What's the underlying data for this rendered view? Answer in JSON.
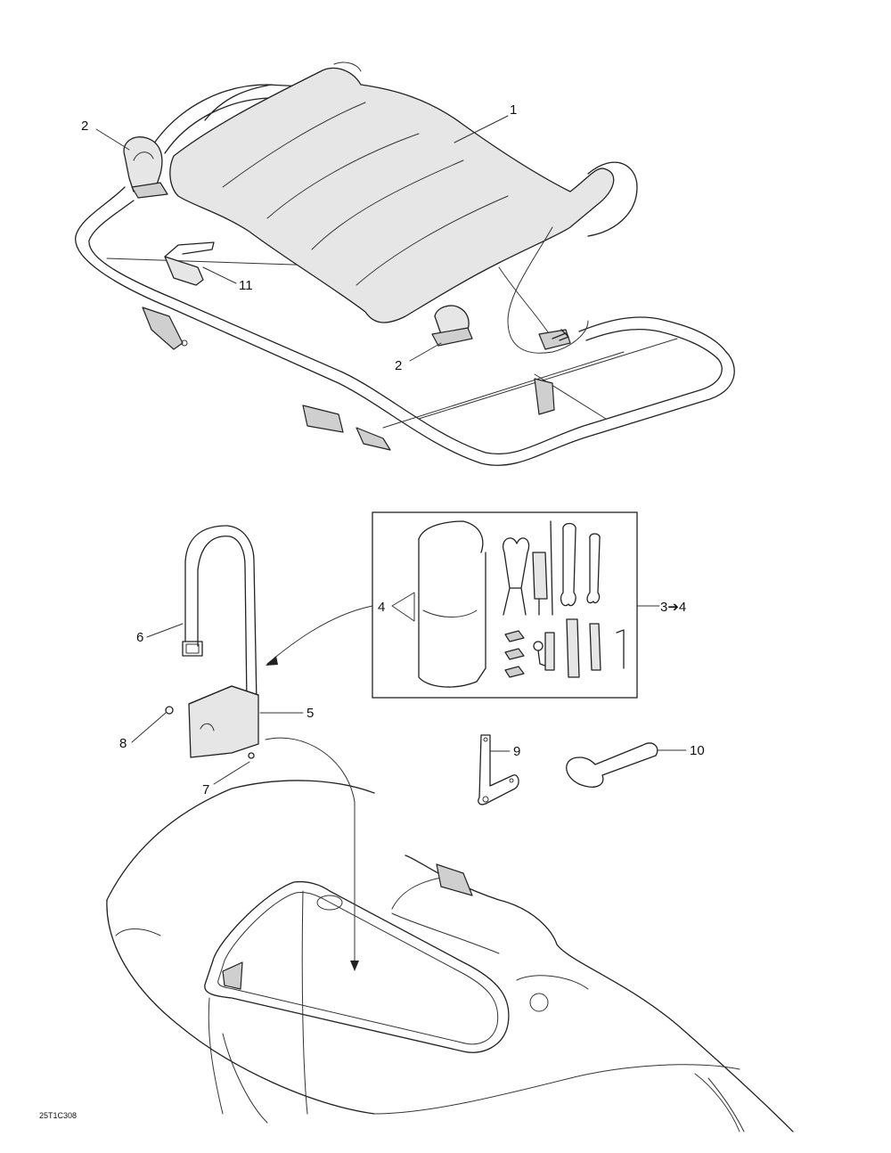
{
  "callouts": {
    "c1": "1",
    "c2a": "2",
    "c2b": "2",
    "c11": "11",
    "c4": "4",
    "c3to4": "3➔4",
    "c6": "6",
    "c5": "5",
    "c8": "8",
    "c7": "7",
    "c9": "9",
    "c10": "10"
  },
  "drawing_code": "25T1C308"
}
